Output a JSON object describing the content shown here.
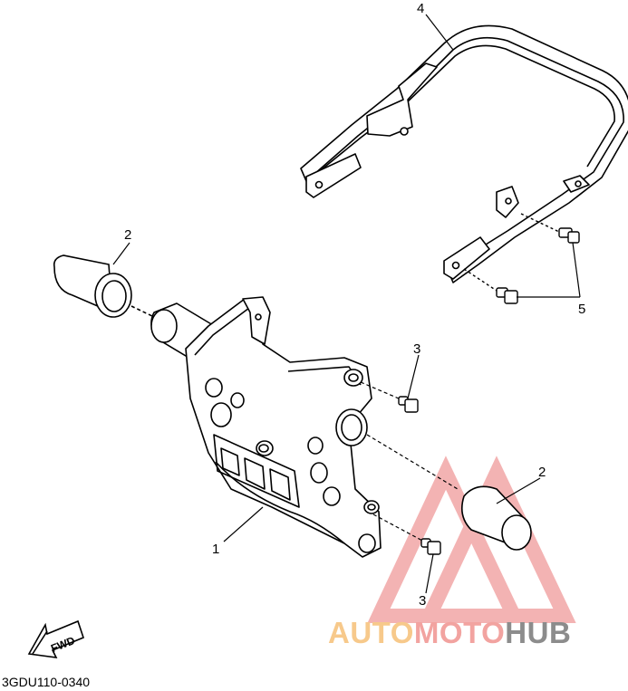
{
  "diagram": {
    "code": "3GDU110-0340",
    "fwd_label": "FWD",
    "callouts": {
      "c1": "1",
      "c2_left": "2",
      "c2_right": "2",
      "c3_upper": "3",
      "c3_lower": "3",
      "c4": "4",
      "c5": "5"
    }
  },
  "watermark": {
    "part1": "AUTO",
    "part2": "MOTO",
    "part3": "HUB",
    "colors": {
      "auto": "#f7c98b",
      "moto": "#f2a3a0",
      "hub": "#8c8c8c",
      "triangle": "#f2a6a6"
    }
  }
}
